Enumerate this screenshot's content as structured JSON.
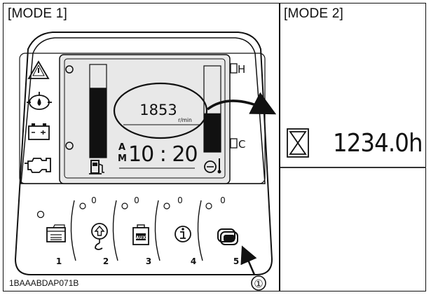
{
  "modes": {
    "mode1_label": "[MODE 1]",
    "mode2_label": "[MODE 2]"
  },
  "display": {
    "rpm_value": "1853",
    "rpm_unit": "r/min",
    "clock_am": "A",
    "clock_m": "M",
    "clock_time": "10 : 20",
    "gauge_h_label": "H",
    "gauge_c_label": "C",
    "fuel_level_fraction": 0.75,
    "temp_level_fraction": 0.45
  },
  "buttons": [
    {
      "number": "1",
      "icon": "document-menu-icon"
    },
    {
      "number": "2",
      "icon": "hook-up-arrow-icon"
    },
    {
      "number": "3",
      "icon": "aux-icon",
      "icon_text": "AUX"
    },
    {
      "number": "4",
      "icon": "info-icon"
    },
    {
      "number": "5",
      "icon": "display-switch-icon"
    }
  ],
  "led_labels": [
    "0",
    "0",
    "0",
    "0"
  ],
  "callout": "①",
  "mode2": {
    "hour_value": "1234.0h",
    "icon": "hourglass-icon"
  },
  "doc_code": "1BAAABDAP071B",
  "colors": {
    "ink": "#111111",
    "panel_fill": "#e6e6e6",
    "bar_fill": "#111111"
  }
}
